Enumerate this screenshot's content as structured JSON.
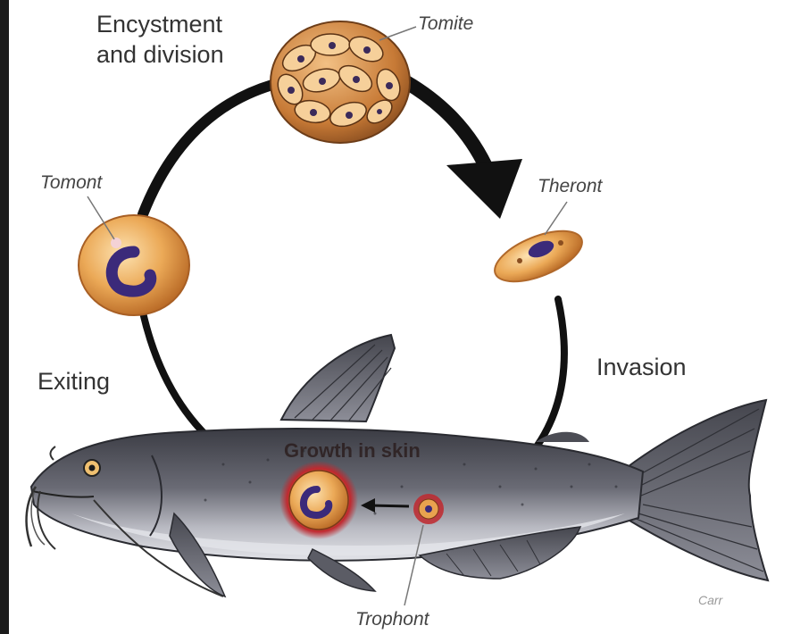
{
  "labels": {
    "encystment": "Encystment\nand division",
    "tomite": "Tomite",
    "theront": "Theront",
    "tomont": "Tomont",
    "exiting": "Exiting",
    "invasion": "Invasion",
    "growth": "Growth in skin",
    "trophont": "Trophont",
    "signature": "Carr"
  },
  "colors": {
    "arrow": "#111111",
    "cyst_orange": "#e9a24f",
    "nucleus": "#3b2a7a",
    "fish_body": "#5c5d66",
    "belly": "#d9dae0",
    "lesion": "#c0282e"
  }
}
